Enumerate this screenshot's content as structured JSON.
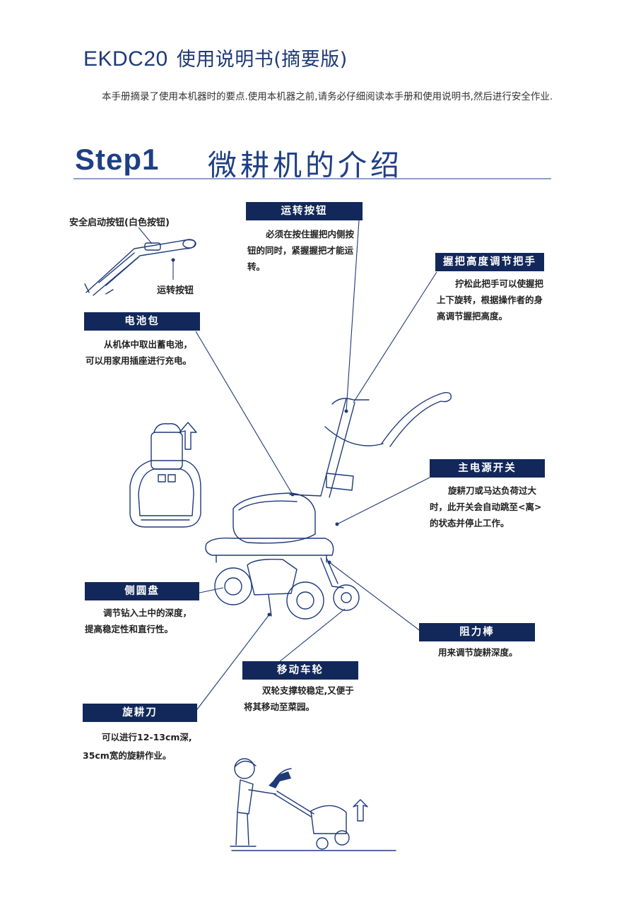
{
  "header": {
    "model": "EKDC20",
    "title": "使用说明书(摘要版)",
    "intro": "本手册摘录了使用本机器时的要点.使用本机器之前,请务必仔细阅读本手册和使用说明书,然后进行安全作业."
  },
  "step": {
    "word": "Step1",
    "title": "微耕机的介绍"
  },
  "parts": {
    "safety_button": "安全启动按钮(白色按钮)",
    "run_button_small": "运转按钮",
    "run_button": {
      "label": "运转按钮",
      "desc": "必须在按住握把内侧按钮的同时，紧握握把才能运转。"
    },
    "handle_adjust": {
      "label": "握把高度调节把手",
      "desc": "拧松此把手可以使握把上下旋转，根据操作者的身高调节握把高度。"
    },
    "battery": {
      "label": "电池包",
      "desc": "从机体中取出蓄电池，可以用家用插座进行充电。"
    },
    "main_switch": {
      "label": "主电源开关",
      "desc": "旋耕刀或马达负荷过大时，此开关会自动跳至<离>的状态并停止工作。"
    },
    "side_disc": {
      "label": "侧圆盘",
      "desc": "调节钻入土中的深度，提高稳定性和直行性。"
    },
    "resist_bar": {
      "label": "阻力棒",
      "desc": "用来调节旋耕深度。"
    },
    "wheel": {
      "label": "移动车轮",
      "desc": "双轮支撑较稳定,又便于将其移动至菜园。"
    },
    "blade": {
      "label": "旋耕刀",
      "desc_1": "可以进行12-13cm深,",
      "desc_2": "35cm宽的旋耕作业。"
    }
  },
  "colors": {
    "navy": "#12285a",
    "title_blue": "#1f3f85",
    "line": "#1e3a78"
  }
}
